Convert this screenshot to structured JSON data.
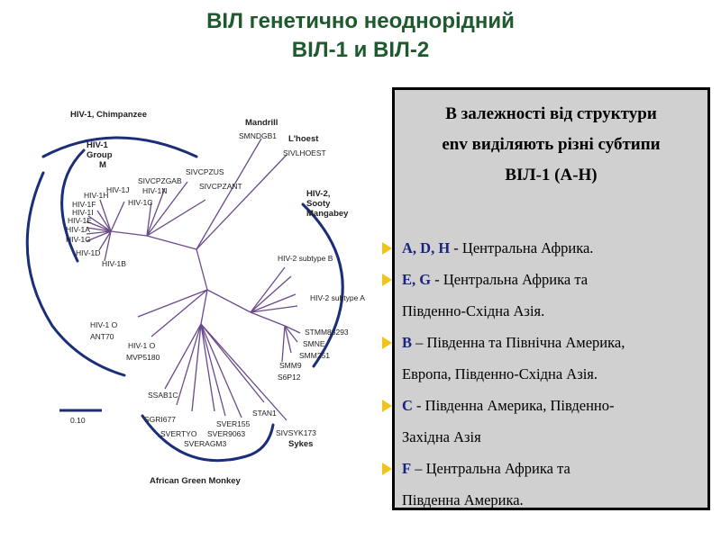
{
  "title": {
    "line1": "ВІЛ генетично неоднорідний",
    "line2": "ВІЛ-1 и ВІЛ-2"
  },
  "tree": {
    "labels": {
      "hiv1_chimp": "HIV-1, Chimpanzee",
      "hiv1_group_m_1": "HIV-1",
      "hiv1_group_m_2": "Group",
      "hiv1_group_m_3": "M",
      "hiv1h": "HIV-1H",
      "hiv1j": "HIV-1J",
      "hiv1f": "HIV-1F",
      "hiv1i": "HIV-1I",
      "hiv1e": "HIV-1E",
      "hiv1a": "HIV-1A",
      "hiv1g": "HIV-1G",
      "hiv1d": "HIV-1D",
      "hiv1b": "HIV-1B",
      "hiv1n": "HIV-1N",
      "hiv1c": "HIV-1C",
      "sivcpzgab": "SIVCPZGAB",
      "sivcpzus": "SIVCPZUS",
      "sivcpzant": "SIVCPZANT",
      "mandrill": "Mandrill",
      "smndgb1": "SMNDGB1",
      "lhoest": "L'hoest",
      "sivlhoest": "SIVLHOEST",
      "hiv2_1": "HIV-2,",
      "hiv2_2": "Sooty",
      "hiv2_3": "Mangabey",
      "hiv2_subtype_b": "HIV-2 subtype B",
      "hiv2_subtype_a": "HIV-2 subtype A",
      "stmm83293": "STMM83293",
      "smne": "SMNE",
      "smm251": "SMM251",
      "smm9": "SMM9",
      "s6p12": "S6P12",
      "hiv1o_ant70_1": "HIV-1 O",
      "hiv1o_ant70_2": "ANT70",
      "hiv1o_mvp_1": "HIV-1 O",
      "hiv1o_mvp_2": "MVP5180",
      "ssab1c": "SSAB1C",
      "sgri677": "SGRI677",
      "svertyo": "SVERTYO",
      "sver155": "SVER155",
      "sver9063": "SVER9063",
      "stan1": "STAN1",
      "sveragm3": "SVERAGM3",
      "sivsyk173": "SIVSYK173",
      "sykes": "Sykes",
      "agm": "African Green Monkey",
      "scale": "0.10"
    }
  },
  "panel": {
    "header": {
      "line1": "В залежності від структури",
      "line2": "env виділяють різні субтипи",
      "line3": "ВІЛ-1 (А-Н)"
    },
    "items": [
      {
        "label": "A, D, H",
        "text": " - Центральна Африка."
      },
      {
        "label": "E, G",
        "text": " - Центральна Африка та"
      },
      {
        "label": "",
        "text": "Південно-Східна Азія."
      },
      {
        "label": "B",
        "text": " – Південна та Північна Америка,"
      },
      {
        "label": "",
        "text": "Европа, Південно-Східна Азія."
      },
      {
        "label": "C",
        "text": " - Південна Америка, Південно-"
      },
      {
        "label": "",
        "text": "Західна Азія"
      },
      {
        "label": "F",
        "text": " – Центральна Африка та"
      },
      {
        "label": "",
        "text": "Південна Америка."
      }
    ]
  },
  "colors": {
    "title": "#1f5a2e",
    "arc": "#1a2e7a",
    "branch": "#6a4a8a",
    "panel_bg": "#d0d0d0",
    "bullet": "#f0c419",
    "label": "#1a237e"
  }
}
